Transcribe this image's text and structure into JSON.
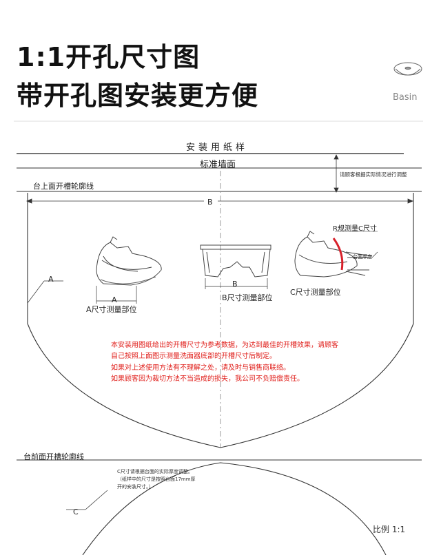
{
  "header": {
    "line1": "1:1开孔尺寸图",
    "line2": "带开孔图安装更方便",
    "basin_label": "Basin"
  },
  "sheet": {
    "title": "安装用纸样",
    "wall_label": "标准墙面",
    "wall_note": "请顾客根据实际情况进行调整",
    "top_outline_label": "台上面开槽轮廓线",
    "front_outline_label": "台前面开槽轮廓线",
    "scale": "比例 1:1"
  },
  "dimensions": {
    "b_top": "B",
    "a_outline": "A",
    "c_outline": "C"
  },
  "figures": {
    "a": {
      "dim": "A",
      "caption": "A尺寸测量部位"
    },
    "b": {
      "dim": "B",
      "caption": "B尺寸测量部位"
    },
    "c": {
      "caption": "C尺寸测量部位",
      "r_label": "R规测量C尺寸",
      "thickness_label": "台面厚度"
    }
  },
  "notes": [
    "本安装用图纸给出的开槽尺寸为参考数据，为达到最佳的开槽效果，请顾客",
    "自己按照上面图示测量洗面器底部的开槽尺寸后制定。",
    "如果对上述使用方法有不理解之处，请及时与销售商联络。",
    "如果顾客因为裁切方法不当造成的损失，我公司不负赔偿责任。"
  ],
  "c_notes": [
    "C尺寸请根据台面的实际厚度调整。",
    "（纸样中的尺寸是按照台面17mm厚",
    "开的安装尺寸。）"
  ],
  "colors": {
    "note_red": "#e0201c",
    "accent_red": "#d8202a"
  }
}
